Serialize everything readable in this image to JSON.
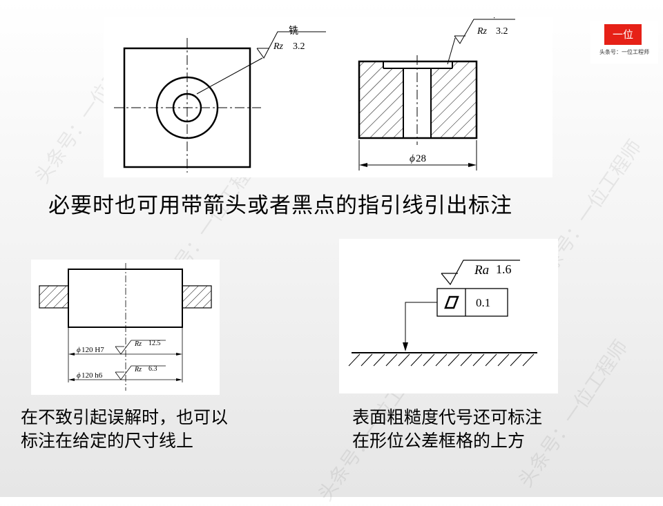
{
  "logo": {
    "mark": "一位",
    "sub": "头条号：一位工程师"
  },
  "watermark": "头条号：一位工程师",
  "top_left_drawing": {
    "process": "铣",
    "symbol": "Rz",
    "value": "3.2"
  },
  "top_right_drawing": {
    "process": "车",
    "symbol": "Rz",
    "value": "3.2",
    "dimension": "28"
  },
  "main_caption": "必要时也可用带箭头或者黑点的指引线引出标注",
  "bottom_left_drawing": {
    "dim1": "120 H7",
    "dim1_symbol": "Rz",
    "dim1_value": "12.5",
    "dim2": "120 h6",
    "dim2_symbol": "Rz",
    "dim2_value": "6.3"
  },
  "bottom_right_drawing": {
    "symbol": "Ra",
    "value": "1.6",
    "tolerance": "0.1"
  },
  "left_caption": {
    "line1": "在不致引起误解时，也可以",
    "line2": "标注在给定的尺寸线上"
  },
  "right_caption": {
    "line1": "表面粗糙度代号还可标注",
    "line2": "在形位公差框格的上方"
  }
}
